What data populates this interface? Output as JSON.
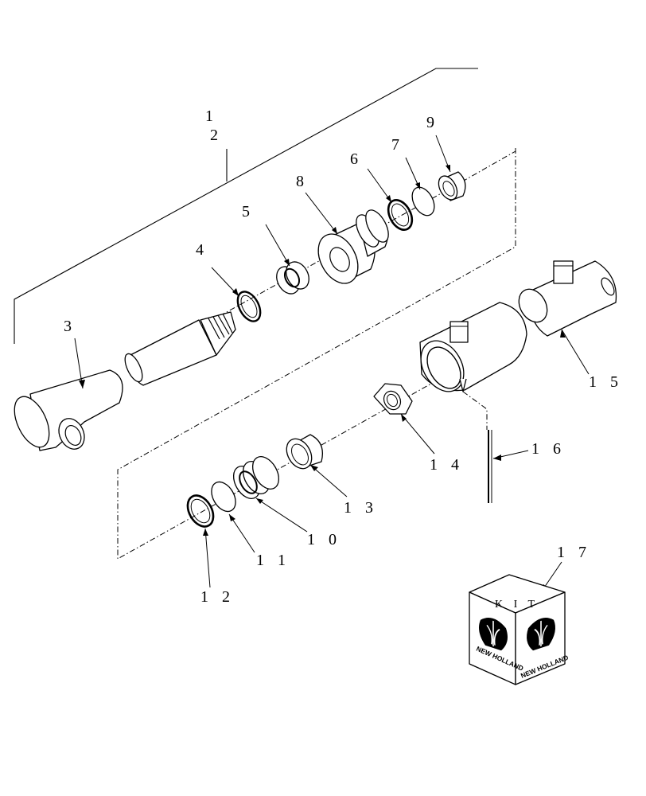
{
  "callouts": {
    "c1": "1",
    "c2": "2",
    "c3": "3",
    "c4": "4",
    "c5": "5",
    "c6": "6",
    "c7": "7",
    "c8": "8",
    "c9": "9",
    "c10": "1 0",
    "c11": "1 1",
    "c12": "1 2",
    "c13": "1 3",
    "c14": "1 4",
    "c15": "1 5",
    "c16": "1 6",
    "c17": "1 7"
  },
  "kit_box": {
    "label": "K I T",
    "brand_left": "NEW HOLLAND",
    "brand_right": "NEW HOLLAND"
  }
}
